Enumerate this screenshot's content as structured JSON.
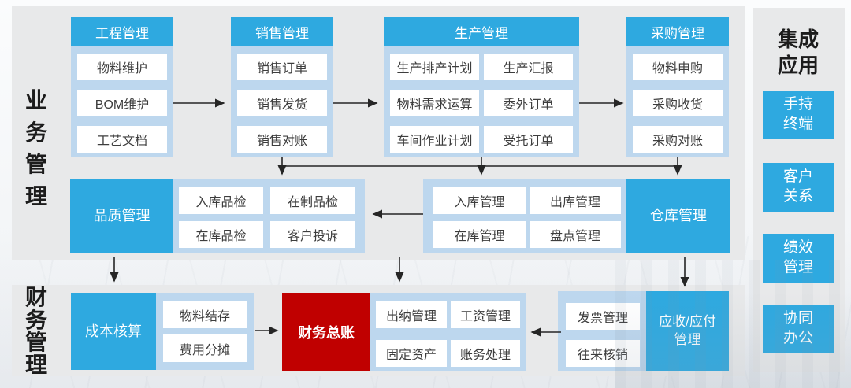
{
  "labels": {
    "business": "业务管理",
    "finance": "财务管理",
    "integration_title": "集成应用"
  },
  "top_groups": [
    {
      "title": "工程管理",
      "items": [
        "物料维护",
        "BOM维护",
        "工艺文档"
      ]
    },
    {
      "title": "销售管理",
      "items": [
        "销售订单",
        "销售发货",
        "销售对账"
      ]
    },
    {
      "title": "生产管理",
      "col1": [
        "生产排产计划",
        "物料需求运算",
        "车间作业计划"
      ],
      "col2": [
        "生产汇报",
        "委外订单",
        "受托订单"
      ]
    },
    {
      "title": "采购管理",
      "items": [
        "物料申购",
        "采购收货",
        "采购对账"
      ]
    }
  ],
  "quality": {
    "title": "品质管理",
    "items": [
      "入库品检",
      "在制品检",
      "在库品检",
      "客户投诉"
    ]
  },
  "warehouse": {
    "title": "仓库管理",
    "items": [
      "入库管理",
      "出库管理",
      "在库管理",
      "盘点管理"
    ]
  },
  "cost": {
    "title": "成本核算",
    "items": [
      "物料结存",
      "费用分摊"
    ]
  },
  "ledger": {
    "title": "财务总账",
    "items": [
      "出纳管理",
      "工资管理",
      "固定资产",
      "账务处理"
    ]
  },
  "arap": {
    "title": "应收/应付\n管理",
    "items": [
      "发票管理",
      "往来核销"
    ]
  },
  "integration": {
    "apps": [
      "手持\n终端",
      "客户\n关系",
      "绩效\n管理",
      "协同\n办公"
    ]
  },
  "colors": {
    "accent_blue": "#2ea9e0",
    "group_light_blue": "#bdd7ee",
    "ledger_red": "#c00000",
    "panel_gray": "#e8e9ea",
    "arrow_black": "#262626"
  }
}
